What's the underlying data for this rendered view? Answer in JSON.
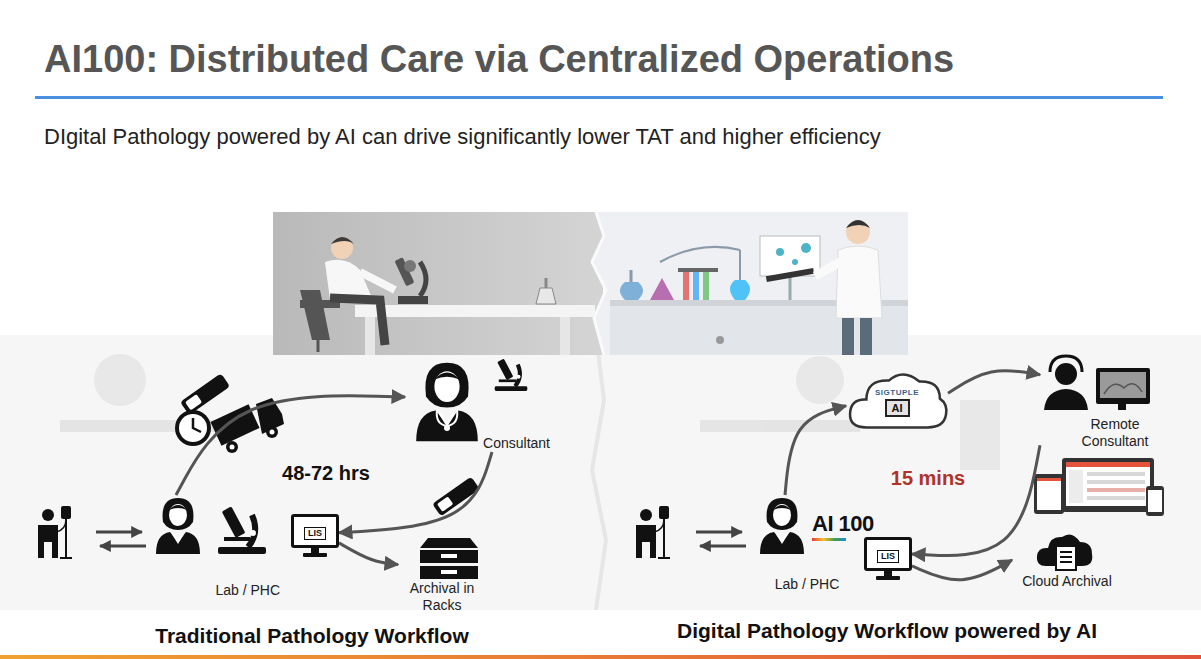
{
  "diagram": {
    "title": "AI100: Distributed Care via Centralized Operations",
    "nodes": [
      {
        "text": [
          "Lab / PHC"
        ]
      },
      {
        "text": [
          "LIS"
        ]
      },
      {
        "text": [
          "Consultant"
        ]
      },
      {
        "text": [
          "Archival in Racks"
        ]
      },
      {
        "text": [
          "SIGTUPLE",
          "AI"
        ]
      },
      {
        "text": [
          "Remote Consultant"
        ]
      },
      {
        "text": [
          "Lab / PHC"
        ]
      },
      {
        "text": [
          "LIS"
        ]
      },
      {
        "text": [
          "Cloud Archival"
        ]
      }
    ],
    "edges": [
      {
        "from": 0,
        "to": 2,
        "arrow": "to"
      },
      {
        "from": 2,
        "to": 1,
        "arrow": "to"
      },
      {
        "from": 1,
        "to": 3,
        "arrow": "to"
      },
      {
        "from": 6,
        "to": 4,
        "arrow": "to"
      },
      {
        "from": 4,
        "to": 5,
        "arrow": "to"
      },
      {
        "from": 5,
        "to": 7,
        "arrow": "to"
      },
      {
        "from": 7,
        "to": 8,
        "arrow": "to"
      }
    ],
    "labels": [
      "DIgital Pathology powered by AI can drive significantly lower TAT and higher efficiency",
      "48-72 hrs",
      "15 mins",
      "AI 100",
      "Traditional Pathology Workflow",
      "Digital Pathology Workflow powered by AI"
    ]
  }
}
